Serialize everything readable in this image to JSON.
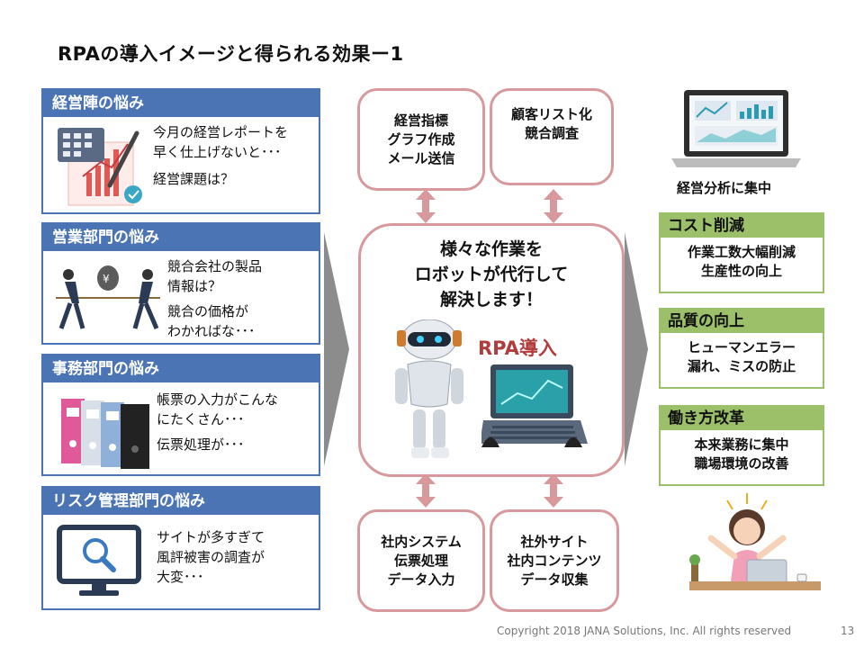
{
  "title": "RPAの導入イメージと得られる効果ー1",
  "colors": {
    "blue": "#4a74b4",
    "pink": "#d7999b",
    "green": "#9cc06a",
    "rpa_red": "#b23c3c"
  },
  "pains": [
    {
      "header": "経営陣の悩み",
      "lines": [
        "今月の経営レポートを",
        "早く仕上げないと･･･",
        "経営課題は？"
      ],
      "icon": "report-chart-icon"
    },
    {
      "header": "営業部門の悩み",
      "lines": [
        "競合会社の製品",
        "情報は？",
        "競合の価格が",
        "わかればな･･･"
      ],
      "icon": "tug-of-war-icon"
    },
    {
      "header": "事務部門の悩み",
      "lines": [
        "帳票の入力がこんな",
        "にたくさん･･･",
        "伝票処理が･･･"
      ],
      "icon": "binders-icon"
    },
    {
      "header": "リスク管理部門の悩み",
      "lines": [
        "サイトが多すぎて",
        "風評被害の調査が",
        "大変･･･"
      ],
      "icon": "monitor-search-icon"
    }
  ],
  "tasks": {
    "top_left": [
      "経営指標",
      "グラフ作成",
      "メール送信"
    ],
    "top_right": [
      "顧客リスト化",
      "競合調査"
    ],
    "bottom_left": [
      "社内システム",
      "伝票処理",
      "データ入力"
    ],
    "bottom_right": [
      "社外サイト",
      "社内コンテンツ",
      "データ収集"
    ]
  },
  "center": {
    "lines": [
      "様々な作業を",
      "ロボットが代行して",
      "解決します！"
    ],
    "rpa_label": "RPA導入"
  },
  "analysis_caption": "経営分析に集中",
  "effects": [
    {
      "header": "コスト削減",
      "lines": [
        "作業工数大幅削減",
        "生産性の向上"
      ]
    },
    {
      "header": "品質の向上",
      "lines": [
        "ヒューマンエラー",
        "漏れ、ミスの防止"
      ]
    },
    {
      "header": "働き方改革",
      "lines": [
        "本来業務に集中",
        "職場環境の改善"
      ]
    }
  ],
  "footer": {
    "copyright": "Copyright 2018 JANA Solutions, Inc. All rights reserved",
    "page": "13"
  }
}
